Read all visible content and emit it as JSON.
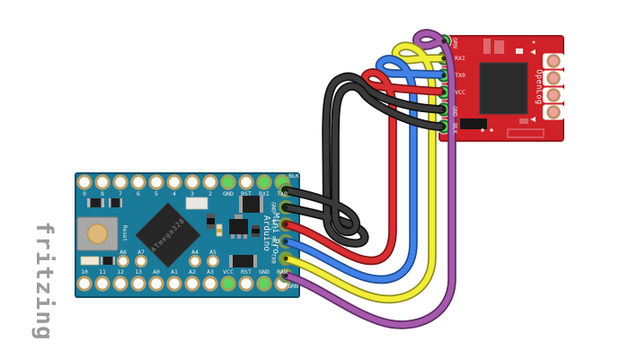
{
  "watermark": "fritzing",
  "arduino": {
    "board": "Arduino Pro Mini",
    "chip_label": "ATmega328",
    "reset_label": "Reset",
    "brand": {
      "line1": "Mini Pro",
      "line2": "Arduino"
    },
    "top_pins": [
      {
        "label": "9",
        "green": false
      },
      {
        "label": "8",
        "green": false
      },
      {
        "label": "7",
        "green": false
      },
      {
        "label": "6",
        "green": false
      },
      {
        "label": "5",
        "green": false
      },
      {
        "label": "4",
        "green": false
      },
      {
        "label": "3",
        "green": false
      },
      {
        "label": "2",
        "green": false
      },
      {
        "label": "GND",
        "green": true
      },
      {
        "label": "RST",
        "green": false
      },
      {
        "label": "RXI",
        "green": true
      },
      {
        "label": "TX0",
        "green": true
      }
    ],
    "bottom_pins": [
      {
        "label": "10",
        "green": false
      },
      {
        "label": "11",
        "green": false
      },
      {
        "label": "12",
        "green": false
      },
      {
        "label": "13",
        "green": false
      },
      {
        "label": "A0",
        "green": false
      },
      {
        "label": "A1",
        "green": false
      },
      {
        "label": "A2",
        "green": false
      },
      {
        "label": "A3",
        "green": false
      },
      {
        "label": "VCC",
        "green": true
      },
      {
        "label": "RST",
        "green": false
      },
      {
        "label": "GND",
        "green": true
      },
      {
        "label": "RAW",
        "green": false
      }
    ],
    "analog_pins": [
      {
        "label": "A6"
      },
      {
        "label": "A7"
      },
      {
        "label": "A4"
      },
      {
        "label": "A5"
      }
    ],
    "right_pins": [
      {
        "label": "BLK",
        "orient": "h"
      },
      {
        "label": "GND",
        "orient": "v"
      },
      {
        "label": "VCC",
        "orient": "v"
      },
      {
        "label": "RXI",
        "orient": "v"
      },
      {
        "label": "TX0",
        "orient": "v"
      },
      {
        "label": "GRN",
        "orient": "h"
      }
    ]
  },
  "openlog": {
    "title": "OpenLog",
    "left_pins": [
      {
        "label": "GRN",
        "orient": "v"
      },
      {
        "label": "RXI",
        "orient": "h"
      },
      {
        "label": "TX0",
        "orient": "h"
      },
      {
        "label": "VCC",
        "orient": "h"
      },
      {
        "label": "GND",
        "orient": "v"
      },
      {
        "label": "BLK",
        "orient": "v"
      }
    ],
    "right_hole_count": 4
  },
  "wires": [
    {
      "id": "grn",
      "color_name": "purple",
      "core": "#a55aab",
      "outline": "#5f2a66",
      "from": "Arduino GRN",
      "to": "OpenLog GRN"
    },
    {
      "id": "tx0_rxi",
      "color_name": "yellow",
      "core": "#f1ed39",
      "outline": "#8c8c20",
      "from": "Arduino TX0",
      "to": "OpenLog RXI"
    },
    {
      "id": "rxi_tx0",
      "color_name": "blue",
      "core": "#4282e6",
      "outline": "#1c4c96",
      "from": "Arduino RXI",
      "to": "OpenLog TX0"
    },
    {
      "id": "vcc",
      "color_name": "red",
      "core": "#d92f31",
      "outline": "#7d1417",
      "from": "Arduino VCC",
      "to": "OpenLog VCC"
    },
    {
      "id": "gnd",
      "color_name": "black",
      "core": "#3a3a3a",
      "outline": "#0f0f0f",
      "from": "Arduino GND",
      "to": "OpenLog GND"
    },
    {
      "id": "blk",
      "color_name": "black",
      "core": "#3a3a3a",
      "outline": "#0f0f0f",
      "from": "Arduino BLK",
      "to": "OpenLog BLK"
    }
  ],
  "colors": {
    "arduino_pcb": "#1a7a99",
    "arduino_edge": "#0b4f68",
    "openlog_pcb": "#cf2127",
    "openlog_edge": "#9c191d",
    "pad_ring": "#b7a06b",
    "green_pin": "#5fd45f",
    "watermark_gray": "#9a9a9a"
  }
}
